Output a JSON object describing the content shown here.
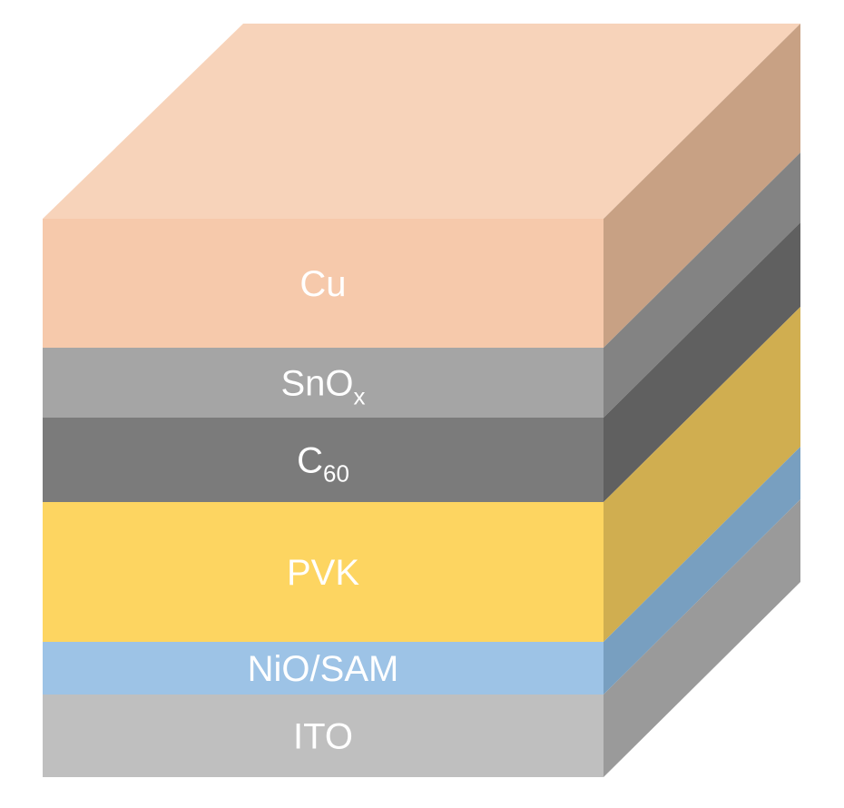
{
  "title": "Perovskite solar cell layer stack",
  "layers": [
    {
      "name": "Cu",
      "sub": "",
      "front": "#f6c9ab",
      "side": "#c8a184"
    },
    {
      "name": "SnO",
      "sub": "x",
      "front": "#a5a5a5",
      "side": "#838383"
    },
    {
      "name": "C",
      "sub": "60",
      "front": "#7b7b7b",
      "side": "#606060"
    },
    {
      "name": "PVK",
      "sub": "",
      "front": "#fdd561",
      "side": "#d0ae50"
    },
    {
      "name": "NiO/SAM",
      "sub": "",
      "front": "#9dc3e6",
      "side": "#789fc0"
    },
    {
      "name": "ITO",
      "sub": "",
      "front": "#bfbfbf",
      "side": "#9a9a9a"
    }
  ],
  "top_color": "#f7d3ba"
}
